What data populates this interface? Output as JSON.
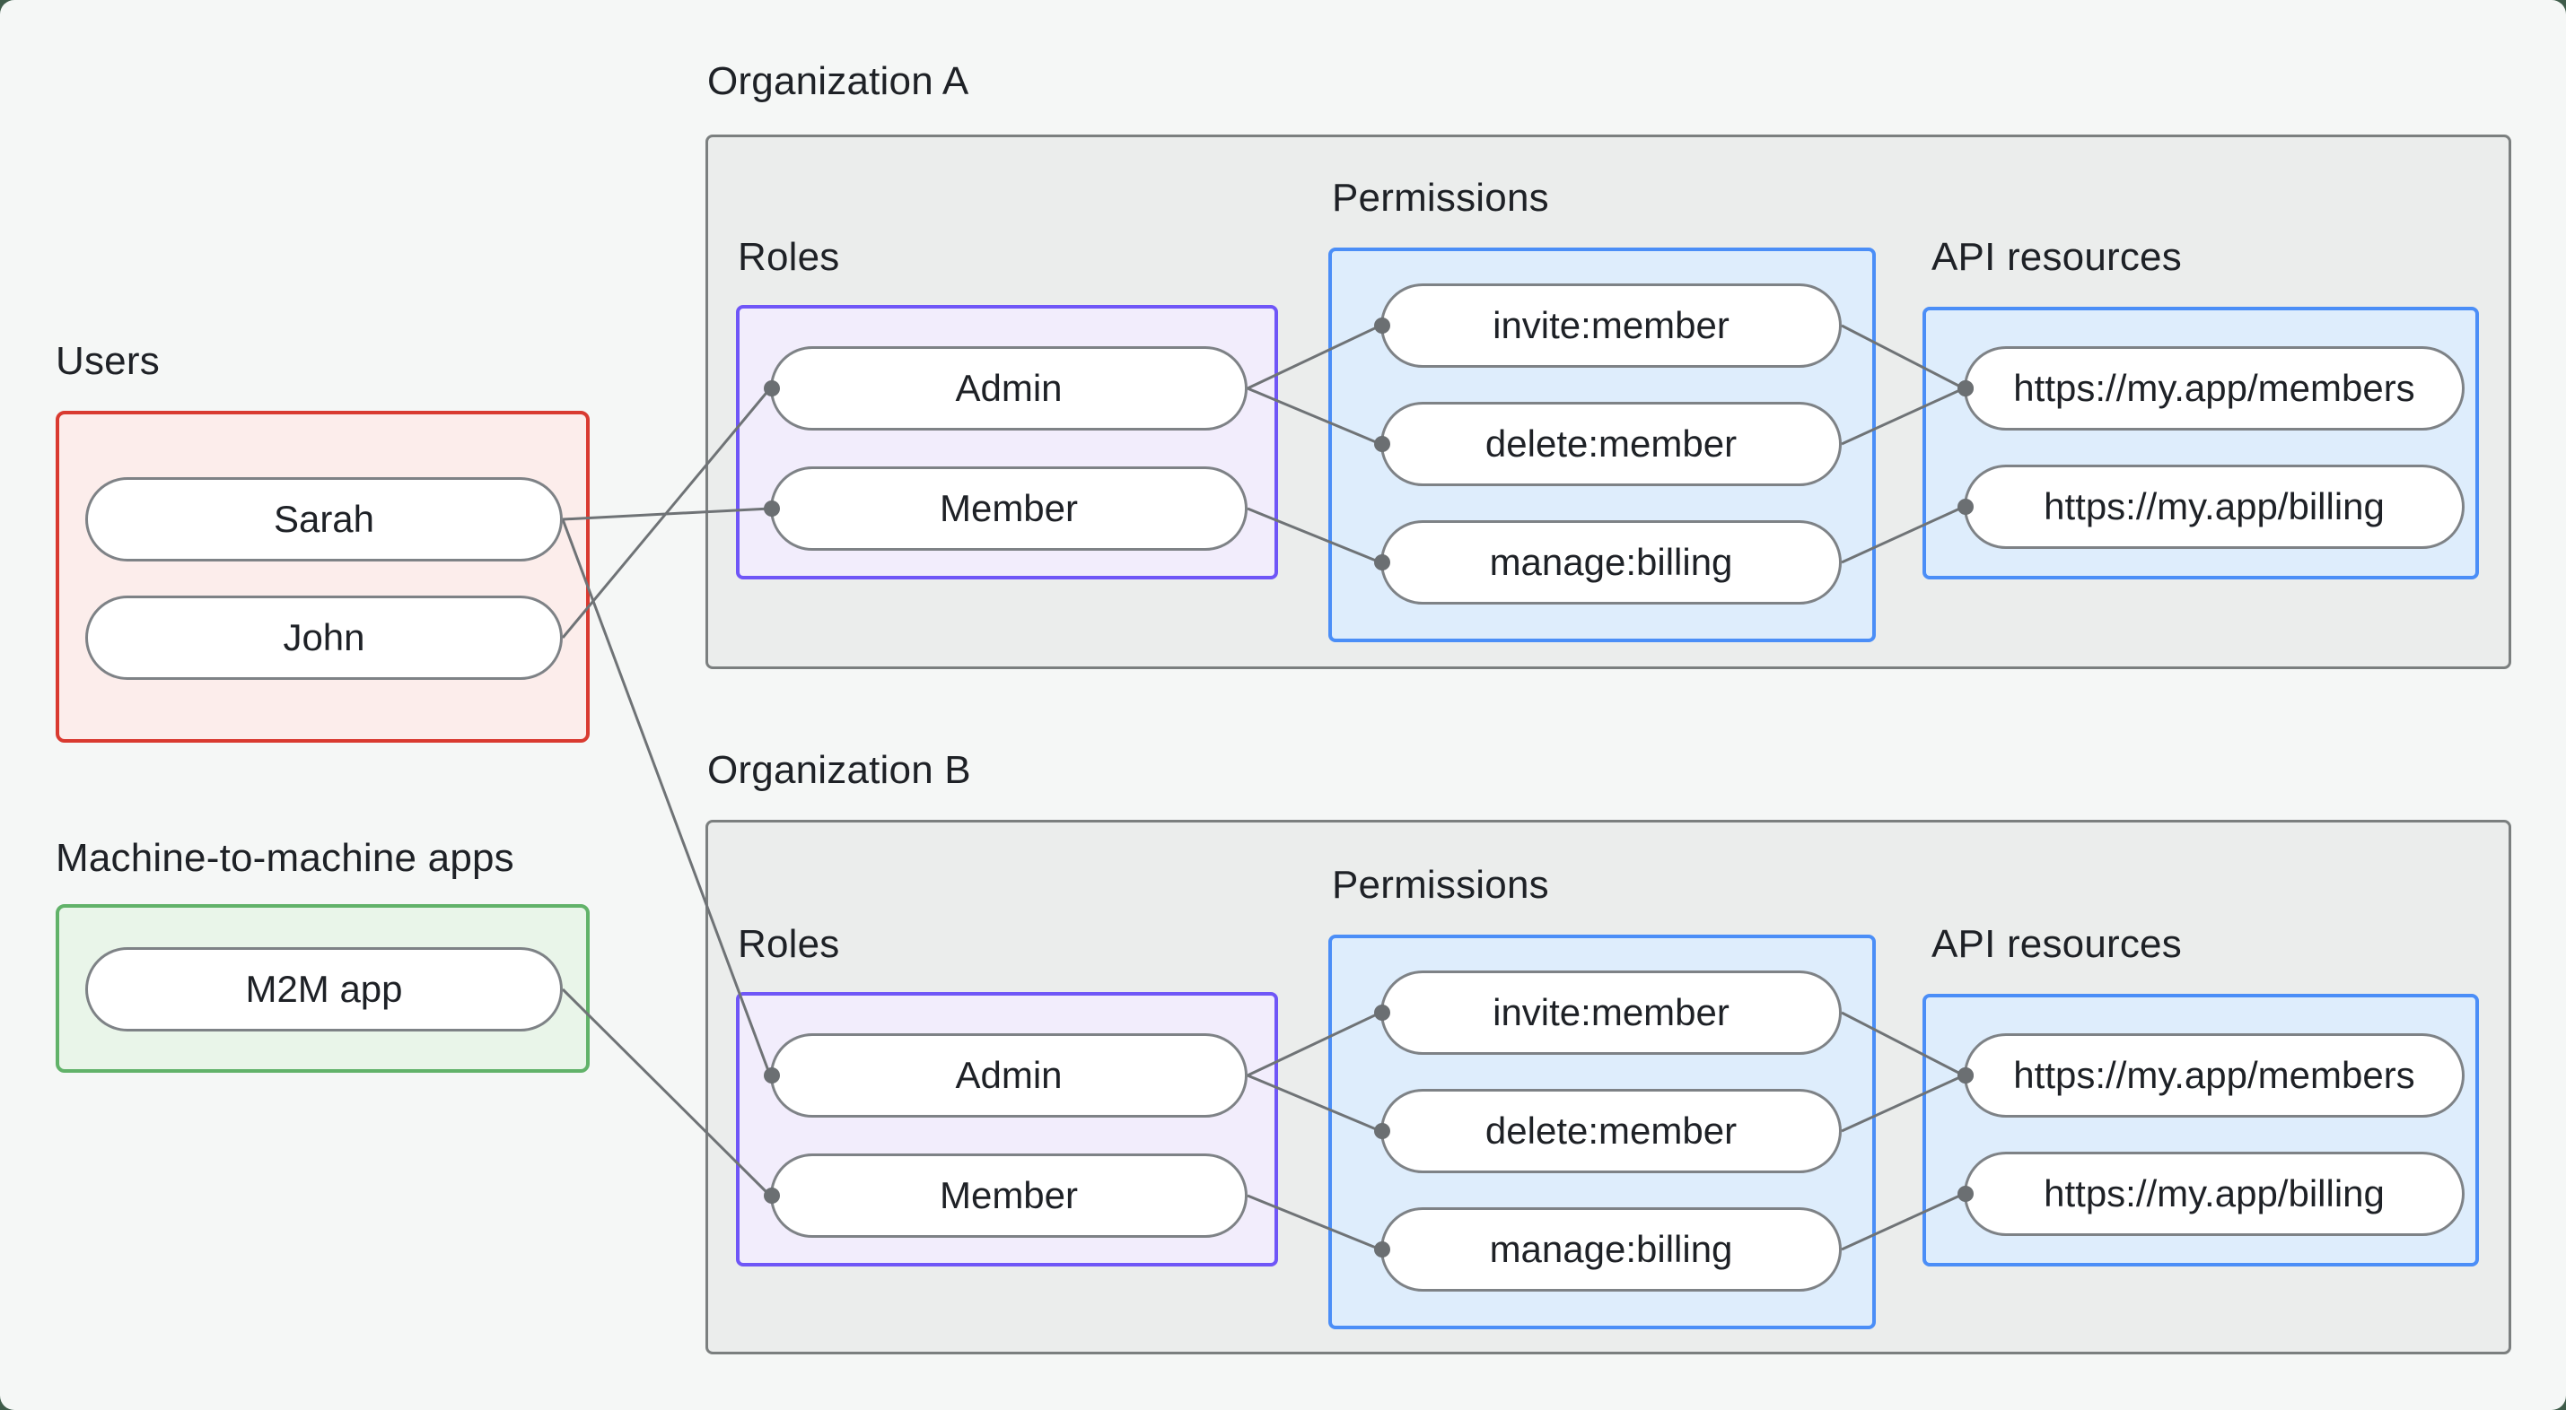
{
  "sections": {
    "users": {
      "label": "Users",
      "items": [
        {
          "id": "users.sarah",
          "label": "Sarah"
        },
        {
          "id": "users.john",
          "label": "John"
        }
      ]
    },
    "m2m": {
      "label": "Machine-to-machine apps",
      "items": [
        {
          "id": "m2m.app",
          "label": "M2M app"
        }
      ]
    },
    "orgs": [
      {
        "title": "Organization A",
        "roles": {
          "label": "Roles",
          "items": [
            {
              "id": "orgA.roles.admin",
              "label": "Admin"
            },
            {
              "id": "orgA.roles.member",
              "label": "Member"
            }
          ]
        },
        "permissions": {
          "label": "Permissions",
          "items": [
            {
              "id": "orgA.perms.invite",
              "label": "invite:member"
            },
            {
              "id": "orgA.perms.delete",
              "label": "delete:member"
            },
            {
              "id": "orgA.perms.billing",
              "label": "manage:billing"
            }
          ]
        },
        "api": {
          "label": "API resources",
          "items": [
            {
              "id": "orgA.api.members",
              "label": "https://my.app/members"
            },
            {
              "id": "orgA.api.billing",
              "label": "https://my.app/billing"
            }
          ]
        }
      },
      {
        "title": "Organization B",
        "roles": {
          "label": "Roles",
          "items": [
            {
              "id": "orgB.roles.admin",
              "label": "Admin"
            },
            {
              "id": "orgB.roles.member",
              "label": "Member"
            }
          ]
        },
        "permissions": {
          "label": "Permissions",
          "items": [
            {
              "id": "orgB.perms.invite",
              "label": "invite:member"
            },
            {
              "id": "orgB.perms.delete",
              "label": "delete:member"
            },
            {
              "id": "orgB.perms.billing",
              "label": "manage:billing"
            }
          ]
        },
        "api": {
          "label": "API resources",
          "items": [
            {
              "id": "orgB.api.members",
              "label": "https://my.app/members"
            },
            {
              "id": "orgB.api.billing",
              "label": "https://my.app/billing"
            }
          ]
        }
      }
    ]
  },
  "edges": [
    {
      "from": "users.sarah",
      "to": "orgA.roles.member"
    },
    {
      "from": "users.john",
      "to": "orgA.roles.admin"
    },
    {
      "from": "users.sarah",
      "to": "orgB.roles.admin"
    },
    {
      "from": "m2m.app",
      "to": "orgB.roles.member"
    },
    {
      "from": "orgA.roles.admin",
      "to": "orgA.perms.invite"
    },
    {
      "from": "orgA.roles.admin",
      "to": "orgA.perms.delete"
    },
    {
      "from": "orgA.roles.member",
      "to": "orgA.perms.billing"
    },
    {
      "from": "orgA.perms.invite",
      "to": "orgA.api.members"
    },
    {
      "from": "orgA.perms.delete",
      "to": "orgA.api.members"
    },
    {
      "from": "orgA.perms.billing",
      "to": "orgA.api.billing"
    },
    {
      "from": "orgB.roles.admin",
      "to": "orgB.perms.invite"
    },
    {
      "from": "orgB.roles.admin",
      "to": "orgB.perms.delete"
    },
    {
      "from": "orgB.roles.member",
      "to": "orgB.perms.billing"
    },
    {
      "from": "orgB.perms.invite",
      "to": "orgB.api.members"
    },
    {
      "from": "orgB.perms.delete",
      "to": "orgB.api.members"
    },
    {
      "from": "orgB.perms.billing",
      "to": "orgB.api.billing"
    }
  ],
  "colors": {
    "edge": "#6f7376",
    "dot": "#6b6f72",
    "users_border": "#d93a30",
    "users_fill": "#fcedeb",
    "m2m_border": "#61b269",
    "m2m_fill": "#e9f5e9",
    "roles_border": "#6f56f7",
    "roles_fill": "#f2edfc",
    "permissions_border": "#4b8ef7",
    "permissions_fill": "#deedfc",
    "api_border": "#4b8ef7",
    "api_fill": "#deedfc",
    "org_border": "#7b7f7f",
    "org_fill": "#ebedec",
    "pill_border": "#7e8286",
    "text": "#1e2126"
  }
}
